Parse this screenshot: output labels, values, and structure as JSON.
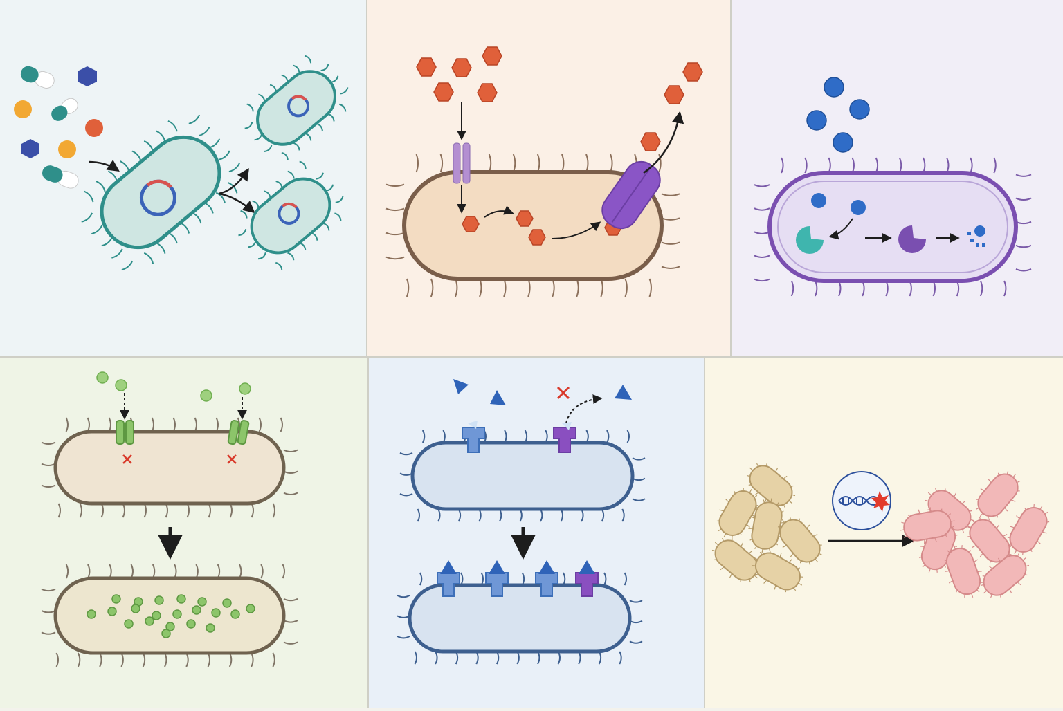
{
  "figure": {
    "panels": [
      {
        "id": "plasmid-transfer",
        "background": "#eef4f6",
        "border": "#c9d6d9",
        "accent": "#2f8f8a",
        "plasmid_outer": "#3b63b8",
        "plasmid_inner": "#d9534f"
      },
      {
        "id": "efflux-pump",
        "background": "#fbf0e6",
        "border": "#e3cdb9",
        "accent": "#e0603a",
        "transporter": "#b48fd1",
        "pump": "#8a55c6"
      },
      {
        "id": "enzymatic-inactivation",
        "background": "#f1eef7",
        "border": "#cfc7df",
        "accent": "#2f6cc7",
        "enzyme_active": "#3fb5ae",
        "enzyme_inactive": "#7a4fb0"
      },
      {
        "id": "reduced-permeability",
        "background": "#eff4e6",
        "border": "#cfdcc0",
        "accent": "#7fbf5a",
        "porin": "#6fae4f",
        "block_mark": "#d93a2b"
      },
      {
        "id": "target-modification",
        "background": "#e9f0f8",
        "border": "#c3d3e6",
        "accent": "#3d6fb8",
        "receptor": "#6f97d6",
        "modified_receptor": "#8a4fc0",
        "block_mark": "#d93a2b"
      },
      {
        "id": "mutation-selection",
        "background": "#faf6e6",
        "border": "#e6ddbf",
        "original_cells": "#e6d2a6",
        "resistant_cells": "#f2b8b8",
        "mutation_mark": "#e33a2b",
        "dna": "#2b4f9c"
      }
    ]
  }
}
